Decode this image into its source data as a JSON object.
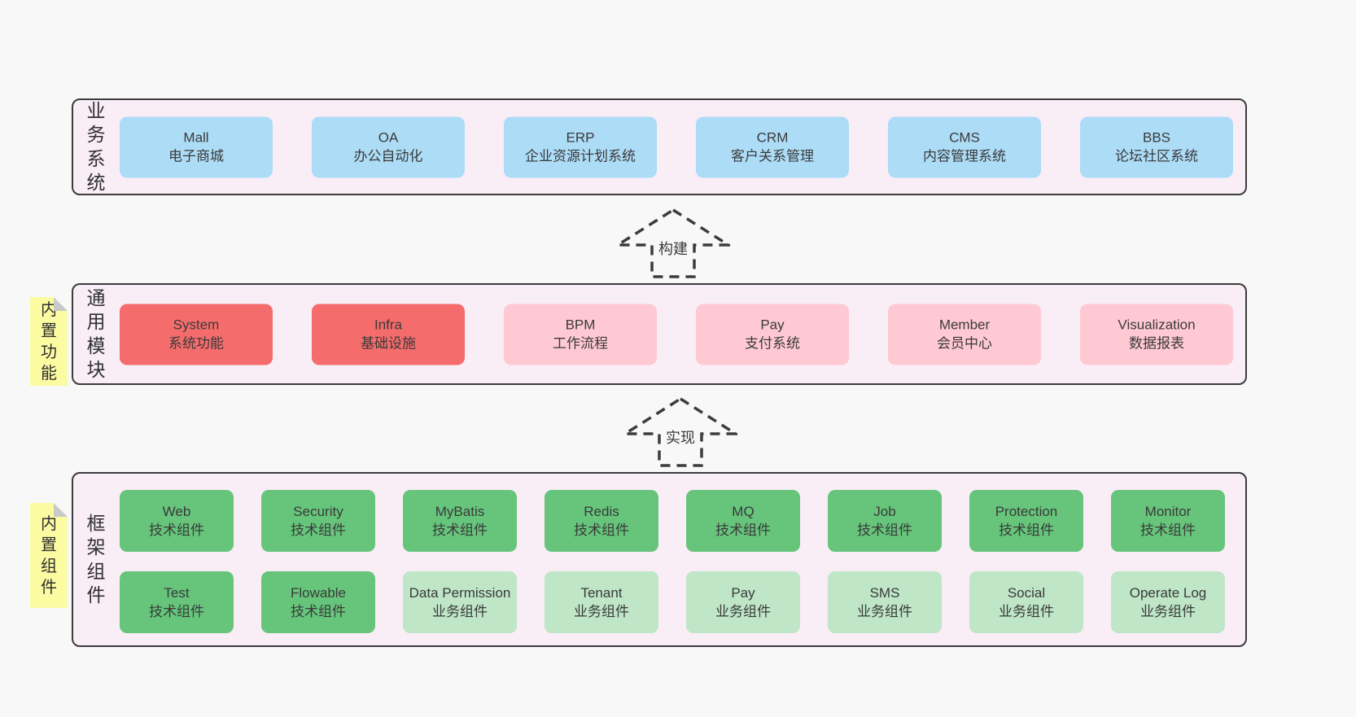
{
  "colors": {
    "page_bg": "#f8f8f8",
    "panel_bg": "#f9edf6",
    "panel_border": "#3c3c3c",
    "blue": "#addcf7",
    "red": "#f56c6c",
    "pink": "#ffc9d3",
    "green": "#66c57b",
    "light_green": "#bee6c7",
    "sticky_yellow": "#fbfba2",
    "fold_gray": "#c9c9c9",
    "text": "#3d3d3d"
  },
  "arrows": [
    {
      "label": "构建"
    },
    {
      "label": "实现"
    }
  ],
  "sections": {
    "business": {
      "label": "业务系统",
      "boxes": [
        {
          "name": "Mall",
          "desc": "电子商城",
          "variant": "blue"
        },
        {
          "name": "OA",
          "desc": "办公自动化",
          "variant": "blue"
        },
        {
          "name": "ERP",
          "desc": "企业资源计划系统",
          "variant": "blue"
        },
        {
          "name": "CRM",
          "desc": "客户关系管理",
          "variant": "blue"
        },
        {
          "name": "CMS",
          "desc": "内容管理系统",
          "variant": "blue"
        },
        {
          "name": "BBS",
          "desc": "论坛社区系统",
          "variant": "blue"
        }
      ]
    },
    "modules": {
      "label": "通用模块",
      "sticky": "内置功能",
      "boxes": [
        {
          "name": "System",
          "desc": "系统功能",
          "variant": "red"
        },
        {
          "name": "Infra",
          "desc": "基础设施",
          "variant": "red"
        },
        {
          "name": "BPM",
          "desc": "工作流程",
          "variant": "pink"
        },
        {
          "name": "Pay",
          "desc": "支付系统",
          "variant": "pink"
        },
        {
          "name": "Member",
          "desc": "会员中心",
          "variant": "pink"
        },
        {
          "name": "Visualization",
          "desc": "数据报表",
          "variant": "pink"
        }
      ]
    },
    "framework": {
      "label": "框架组件",
      "sticky": "内置组件",
      "row1": [
        {
          "name": "Web",
          "desc": "技术组件",
          "variant": "green"
        },
        {
          "name": "Security",
          "desc": "技术组件",
          "variant": "green"
        },
        {
          "name": "MyBatis",
          "desc": "技术组件",
          "variant": "green"
        },
        {
          "name": "Redis",
          "desc": "技术组件",
          "variant": "green"
        },
        {
          "name": "MQ",
          "desc": "技术组件",
          "variant": "green"
        },
        {
          "name": "Job",
          "desc": "技术组件",
          "variant": "green"
        },
        {
          "name": "Protection",
          "desc": "技术组件",
          "variant": "green"
        },
        {
          "name": "Monitor",
          "desc": "技术组件",
          "variant": "green"
        }
      ],
      "row2": [
        {
          "name": "Test",
          "desc": "技术组件",
          "variant": "green"
        },
        {
          "name": "Flowable",
          "desc": "技术组件",
          "variant": "green"
        },
        {
          "name": "Data Permission",
          "desc": "业务组件",
          "variant": "lightgreen"
        },
        {
          "name": "Tenant",
          "desc": "业务组件",
          "variant": "lightgreen"
        },
        {
          "name": "Pay",
          "desc": "业务组件",
          "variant": "lightgreen"
        },
        {
          "name": "SMS",
          "desc": "业务组件",
          "variant": "lightgreen"
        },
        {
          "name": "Social",
          "desc": "业务组件",
          "variant": "lightgreen"
        },
        {
          "name": "Operate Log",
          "desc": "业务组件",
          "variant": "lightgreen"
        }
      ]
    }
  }
}
